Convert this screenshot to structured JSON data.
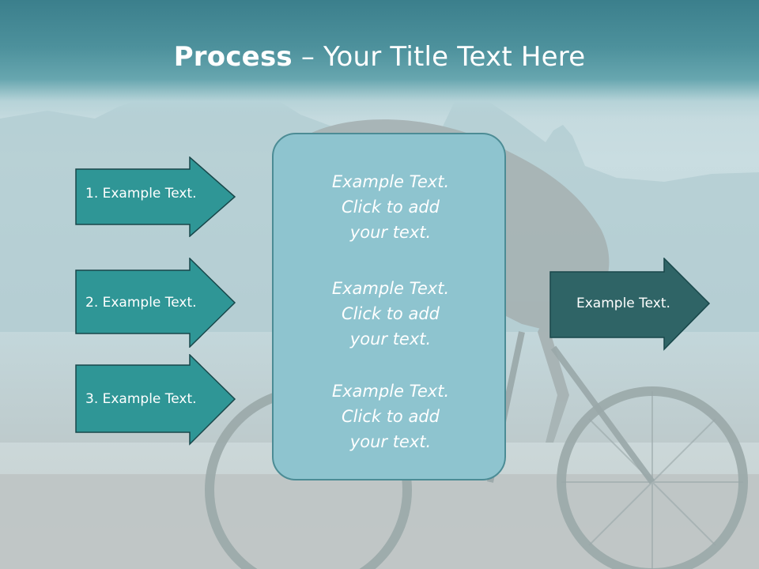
{
  "slide": {
    "title_bold": "Process",
    "title_rest": " – Your Title Text Here"
  },
  "left_arrows": [
    {
      "label": "1. Example Text."
    },
    {
      "label": "2. Example Text."
    },
    {
      "label": "3. Example Text."
    }
  ],
  "center_box": {
    "blocks": [
      {
        "lines": [
          "Example Text.",
          "Click  to add",
          "your text."
        ]
      },
      {
        "lines": [
          "Example Text.",
          "Click  to add",
          "your text."
        ]
      },
      {
        "lines": [
          "Example Text.",
          "Click  to add",
          "your text."
        ]
      }
    ]
  },
  "right_arrow": {
    "label": "Example Text."
  },
  "colors": {
    "left_arrow_fill": "#2f9696",
    "right_arrow_fill": "#2f6466",
    "arrow_stroke": "#18474a",
    "center_box_fill": "#8ec4cf",
    "title_band": "#3b7f8c"
  }
}
